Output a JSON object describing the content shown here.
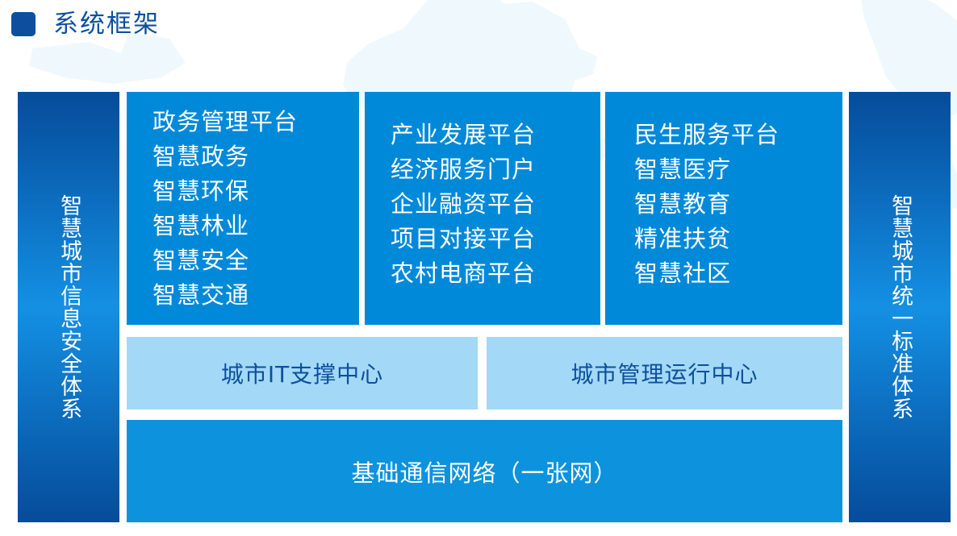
{
  "header": {
    "marker_icon": "square-marker-icon",
    "title": "系统框架"
  },
  "colors": {
    "title_blue": "#0d4f9e",
    "panel_blue": "#0089d9",
    "bottom_blue": "#0d93dd",
    "light_blue": "#a3d8f7",
    "rail_dark": "#064c9a",
    "rail_light": "#1490e3",
    "text_white": "#ffffff",
    "watermark": "#eff8fc"
  },
  "rails": {
    "left": {
      "label": "智慧城市信息安全体系"
    },
    "right": {
      "label": "智慧城市统一标准体系"
    }
  },
  "top_panels": [
    {
      "name": "government-platform",
      "lines": [
        "政务管理平台",
        "智慧政务",
        "智慧环保",
        "智慧林业",
        "智慧安全",
        "智慧交通"
      ]
    },
    {
      "name": "industry-platform",
      "lines": [
        "产业发展平台",
        "经济服务门户",
        "企业融资平台",
        "项目对接平台",
        "农村电商平台"
      ]
    },
    {
      "name": "livelihood-platform",
      "lines": [
        "民生服务平台",
        "智慧医疗",
        "智慧教育",
        "精准扶贫",
        "智慧社区"
      ]
    }
  ],
  "mid_boxes": [
    {
      "name": "city-it-support-center",
      "label": "城市IT支撑中心"
    },
    {
      "name": "city-management-operation-center",
      "label": "城市管理运行中心"
    }
  ],
  "bottom_bar": {
    "label": "基础通信网络（一张网）"
  }
}
